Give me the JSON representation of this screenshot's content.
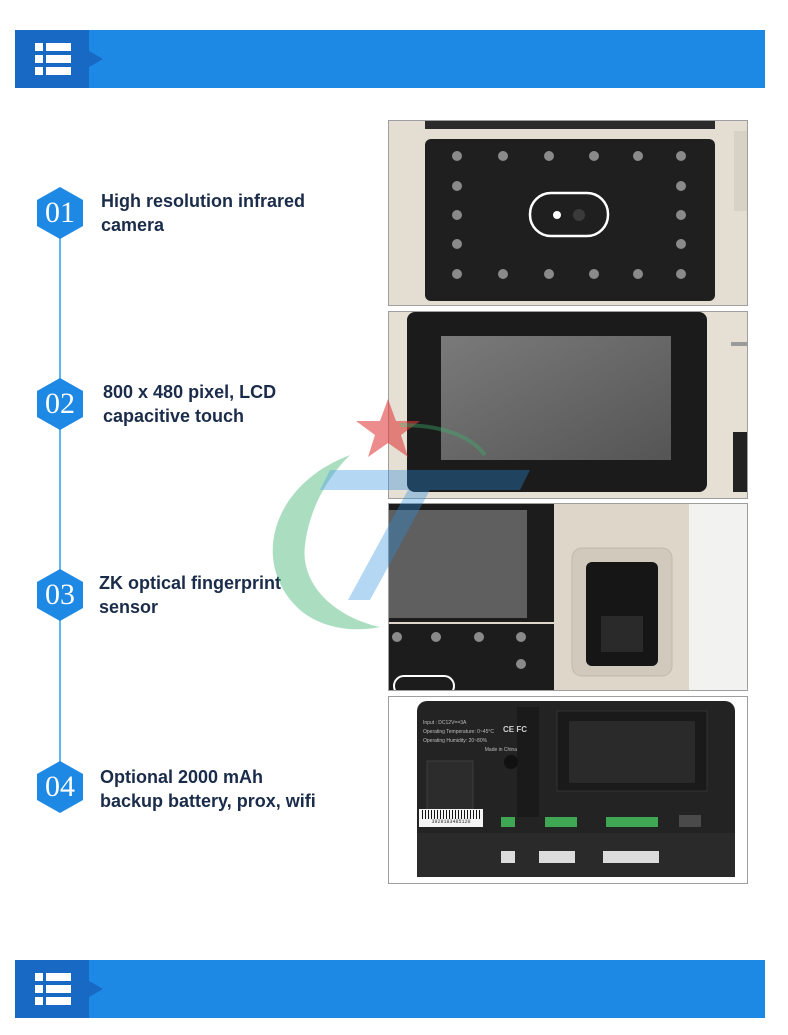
{
  "banners": {
    "top_icon": "list-menu-icon",
    "bottom_icon": "list-menu-icon",
    "color": "#1e88e5"
  },
  "features": [
    {
      "number": "01",
      "line1": "High resolution infrared",
      "line2": "camera"
    },
    {
      "number": "02",
      "line1": "800 x 480 pixel, LCD",
      "line2": "capacitive touch"
    },
    {
      "number": "03",
      "line1": "ZK optical fingerprint",
      "line2": "sensor"
    },
    {
      "number": "04",
      "line1": "Optional 2000 mAh",
      "line2": "backup battery, prox, wifi"
    }
  ],
  "back_panel": {
    "label_input": "Input : DC12V==3A",
    "label_temp": "Operating Temperature: 0~45°C",
    "label_humidity": "Operating Humidity: 20~80%",
    "label_made": "Made in China",
    "serial": "3929183485120",
    "cert": "CE FC"
  },
  "colors": {
    "hex": "#1e88e5",
    "text": "#1a2c4a",
    "line": "#5cb8ef"
  }
}
